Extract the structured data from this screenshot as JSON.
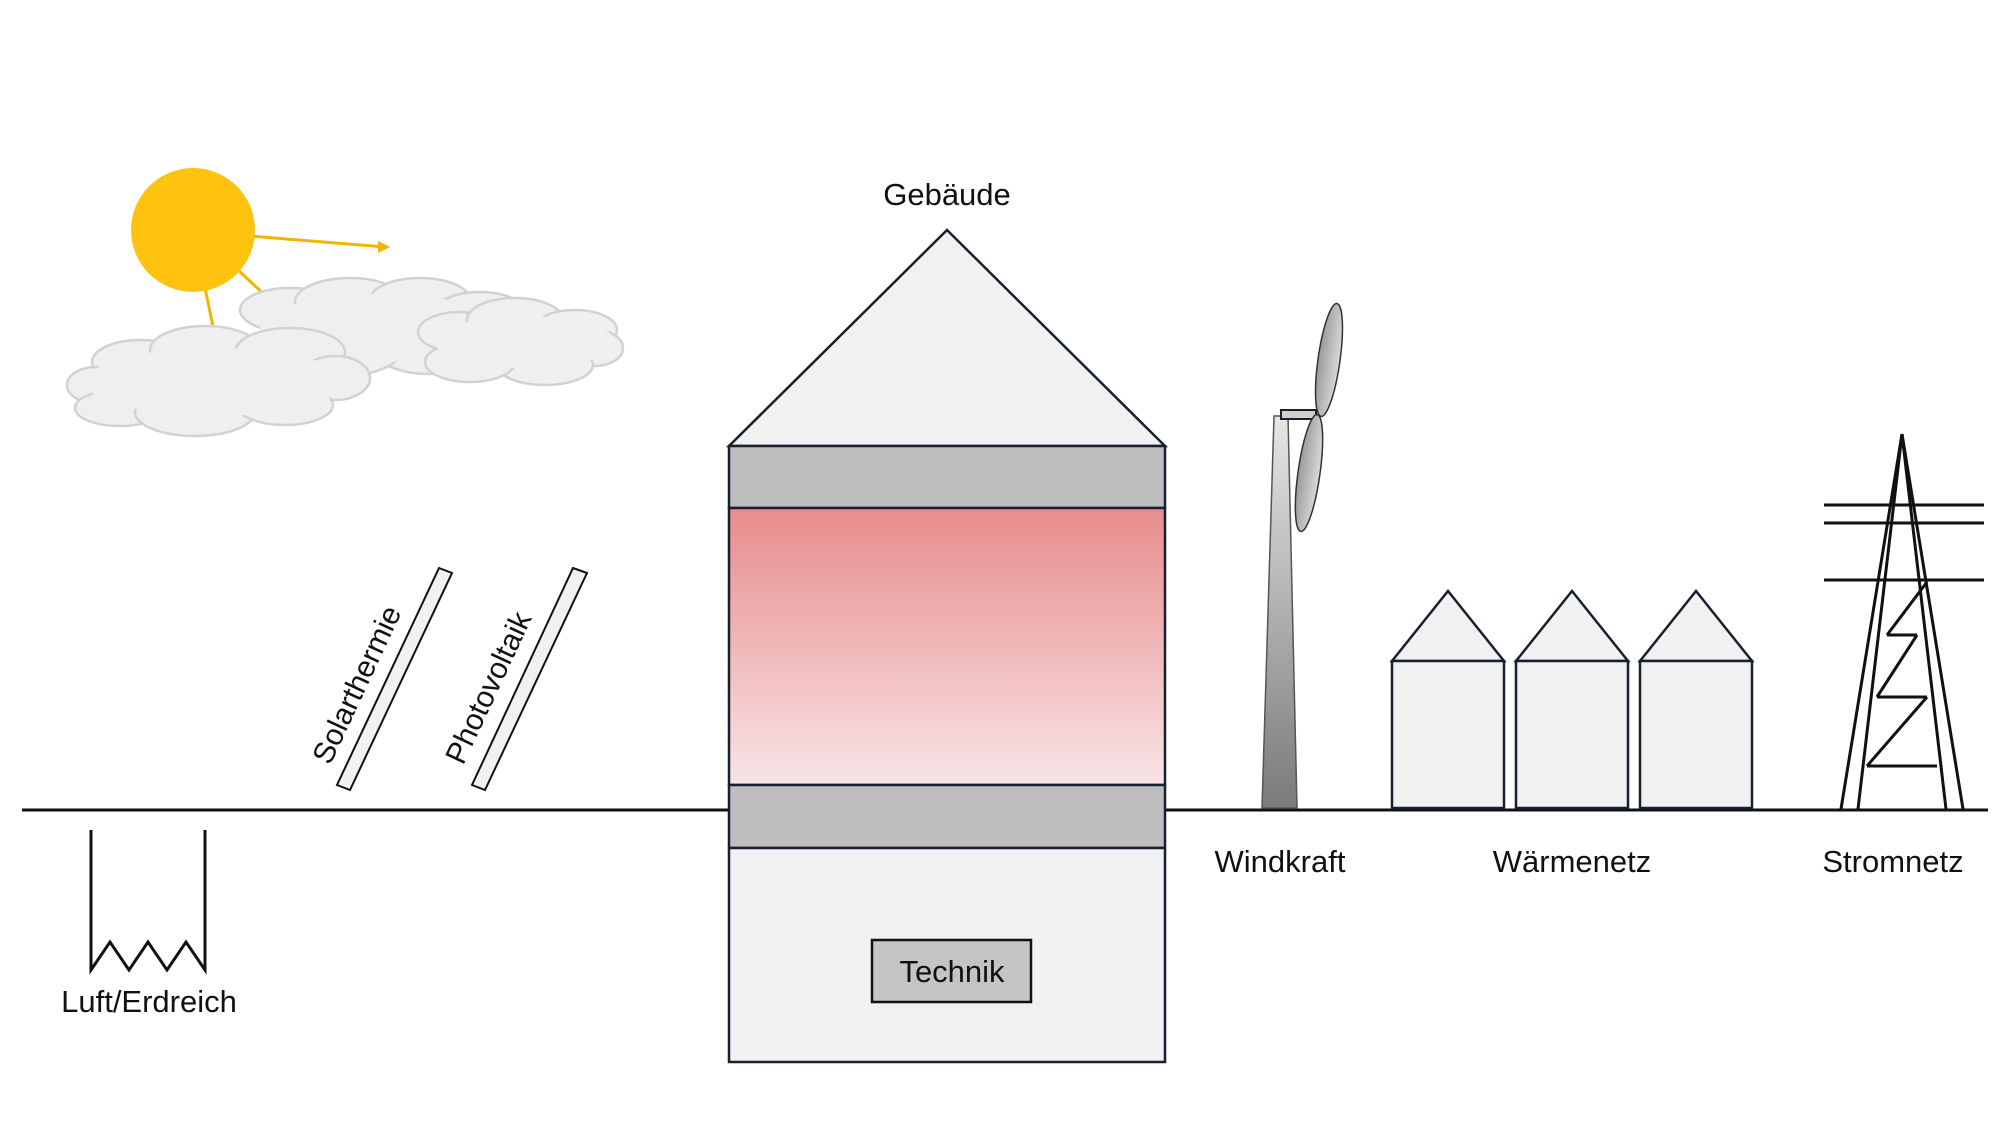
{
  "labels": {
    "building": "Gebäude",
    "solar_thermal": "Solarthermie",
    "photovoltaic": "Photovoltaik",
    "air_ground": "Luft/Erdreich",
    "technology": "Technik",
    "wind": "Windkraft",
    "heat_grid": "Wärmenetz",
    "power_grid": "Stromnetz"
  },
  "colors": {
    "sun": "#FFC20E",
    "sun_rays": "#F2B400",
    "cloud_fill": "#EFEFEF",
    "cloud_stroke": "#D2D2D2",
    "building_fill": "#F1F1F1",
    "building_stroke": "#17202E",
    "slab_fill": "#BEBEBE",
    "heated_top": "#E88C8C",
    "heated_bottom": "#F8E4E6",
    "technik_box": "#C4C4C4",
    "line": "#111111"
  },
  "icons": [
    "sun-icon",
    "cloud-icon",
    "panel-icon",
    "wind-turbine-icon",
    "house-icon",
    "power-pylon-icon",
    "ground-probe-icon"
  ]
}
